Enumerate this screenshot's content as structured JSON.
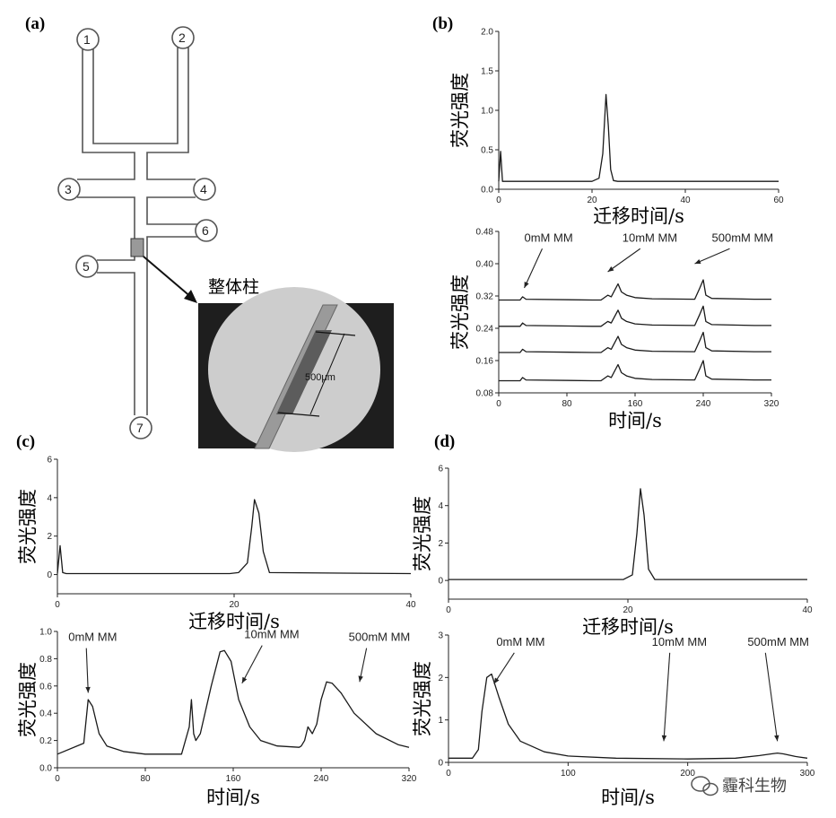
{
  "panels": {
    "a": {
      "label": "(a)",
      "ports": [
        "1",
        "2",
        "3",
        "4",
        "5",
        "6",
        "7"
      ],
      "monolith_label": "整体柱",
      "scale_label": "500μm"
    },
    "b": {
      "label": "(b)"
    },
    "c": {
      "label": "(c)"
    },
    "d": {
      "label": "(d)"
    }
  },
  "watermark": "霾科生物",
  "colors": {
    "line": "#1a1a1a",
    "channel": "#555555",
    "micro_bg": "#c9c9c9"
  },
  "chart_data": [
    {
      "id": "b_top",
      "type": "line",
      "ylabel": "荧光强度",
      "xlabel": "迁移时间/s",
      "xlim": [
        0,
        60
      ],
      "ylim": [
        0,
        2.0
      ],
      "xticks": [
        0,
        20,
        40,
        60
      ],
      "yticks": [
        0.0,
        0.5,
        1.0,
        1.5,
        2.0
      ],
      "ytick_labels": [
        "0.0",
        "0.5",
        "1.0",
        "1.5",
        "2.0"
      ],
      "series": [
        {
          "x": [
            0,
            0.4,
            0.8,
            2,
            20,
            21.5,
            22.3,
            23,
            23.5,
            24,
            24.6,
            25.5,
            60
          ],
          "y": [
            0.1,
            0.48,
            0.1,
            0.1,
            0.1,
            0.14,
            0.45,
            1.2,
            0.8,
            0.25,
            0.11,
            0.1,
            0.1
          ]
        }
      ]
    },
    {
      "id": "b_bottom",
      "type": "line",
      "ylabel": "荧光强度",
      "xlabel": "时间/s",
      "xlim": [
        0,
        320
      ],
      "ylim": [
        0.08,
        0.48
      ],
      "xticks": [
        0,
        80,
        160,
        240,
        320
      ],
      "yticks": [
        0.08,
        0.16,
        0.24,
        0.32,
        0.4,
        0.48
      ],
      "ytick_labels": [
        "0.08",
        "0.16",
        "0.24",
        "0.32",
        "0.40",
        "0.48"
      ],
      "annotations": [
        {
          "text": "0mM MM",
          "x": 30,
          "y": 0.455,
          "arrow_to": [
            30,
            0.34
          ]
        },
        {
          "text": "10mM MM",
          "x": 145,
          "y": 0.455,
          "arrow_to": [
            128,
            0.38
          ]
        },
        {
          "text": "500mM MM",
          "x": 250,
          "y": 0.455,
          "arrow_to": [
            230,
            0.4
          ]
        }
      ],
      "series": [
        {
          "offset": 0.31
        },
        {
          "offset": 0.245
        },
        {
          "offset": 0.18
        },
        {
          "offset": 0.11
        }
      ]
    },
    {
      "id": "c_top",
      "type": "line",
      "ylabel": "荧光强度",
      "xlabel": "迁移时间/s",
      "xlim": [
        0,
        40
      ],
      "ylim": [
        -1,
        6
      ],
      "xticks": [
        0,
        20,
        40
      ],
      "yticks": [
        0,
        2,
        4,
        6
      ],
      "ytick_labels": [
        "0",
        "2",
        "4",
        "6"
      ],
      "series": [
        {
          "x": [
            0,
            0.3,
            0.6,
            1,
            19.5,
            20.5,
            21.5,
            22,
            22.3,
            22.8,
            23.3,
            24,
            40
          ],
          "y": [
            0.05,
            1.5,
            0.1,
            0.05,
            0.05,
            0.1,
            0.6,
            2.5,
            3.9,
            3.2,
            1.2,
            0.1,
            0.05
          ]
        }
      ]
    },
    {
      "id": "c_bottom",
      "type": "line",
      "ylabel": "荧光强度",
      "xlabel": "时间/s",
      "xlim": [
        0,
        320
      ],
      "ylim": [
        0,
        1.0
      ],
      "xticks": [
        0,
        80,
        160,
        240,
        320
      ],
      "yticks": [
        0.0,
        0.2,
        0.4,
        0.6,
        0.8,
        1.0
      ],
      "ytick_labels": [
        "0.0",
        "0.2",
        "0.4",
        "0.6",
        "0.8",
        "1.0"
      ],
      "annotations": [
        {
          "text": "0mM MM",
          "x": 10,
          "y": 0.93,
          "arrow_to": [
            28,
            0.55
          ]
        },
        {
          "text": "10mM MM",
          "x": 170,
          "y": 0.95,
          "arrow_to": [
            168,
            0.62
          ]
        },
        {
          "text": "500mM MM",
          "x": 265,
          "y": 0.93,
          "arrow_to": [
            275,
            0.63
          ]
        }
      ],
      "series": [
        {
          "x": [
            0,
            24,
            28,
            32,
            38,
            45,
            60,
            80,
            112,
            113,
            120,
            122,
            124,
            126,
            130,
            140,
            148,
            152,
            158,
            165,
            175,
            185,
            200,
            220,
            222,
            225,
            228,
            232,
            236,
            240,
            245,
            250,
            258,
            270,
            290,
            310,
            320
          ],
          "y": [
            0.1,
            0.18,
            0.5,
            0.45,
            0.25,
            0.16,
            0.12,
            0.1,
            0.1,
            0.1,
            0.3,
            0.5,
            0.25,
            0.2,
            0.25,
            0.6,
            0.85,
            0.86,
            0.78,
            0.5,
            0.3,
            0.2,
            0.16,
            0.15,
            0.16,
            0.2,
            0.3,
            0.25,
            0.32,
            0.5,
            0.63,
            0.62,
            0.55,
            0.4,
            0.25,
            0.17,
            0.15
          ]
        }
      ]
    },
    {
      "id": "d_top",
      "type": "line",
      "ylabel": "荧光强度",
      "xlabel": "迁移时间/s",
      "xlim": [
        0,
        40
      ],
      "ylim": [
        -1,
        6
      ],
      "xticks": [
        0,
        20,
        40
      ],
      "yticks": [
        0,
        2,
        4,
        6
      ],
      "ytick_labels": [
        "0",
        "2",
        "4",
        "6"
      ],
      "series": [
        {
          "x": [
            0,
            19.5,
            20.5,
            21,
            21.4,
            21.8,
            22.3,
            23,
            40
          ],
          "y": [
            0.05,
            0.05,
            0.3,
            2.5,
            4.9,
            3.5,
            0.6,
            0.05,
            0.05
          ]
        }
      ]
    },
    {
      "id": "d_bottom",
      "type": "line",
      "ylabel": "荧光强度",
      "xlabel": "时间/s",
      "xlim": [
        0,
        300
      ],
      "ylim": [
        0,
        3
      ],
      "xticks": [
        0,
        100,
        200,
        300
      ],
      "yticks": [
        0,
        1,
        2,
        3
      ],
      "ytick_labels": [
        "0",
        "1",
        "2",
        "3"
      ],
      "annotations": [
        {
          "text": "0mM MM",
          "x": 40,
          "y": 2.75,
          "arrow_to": [
            38,
            1.85
          ]
        },
        {
          "text": "10mM MM",
          "x": 170,
          "y": 2.75,
          "arrow_to": [
            180,
            0.5
          ]
        },
        {
          "text": "500mM MM",
          "x": 250,
          "y": 2.75,
          "arrow_to": [
            275,
            0.5
          ]
        }
      ],
      "series": [
        {
          "x": [
            0,
            20,
            25,
            28,
            32,
            36,
            42,
            50,
            60,
            80,
            100,
            140,
            200,
            240,
            260,
            270,
            275,
            280,
            290,
            300
          ],
          "y": [
            0.1,
            0.1,
            0.3,
            1.2,
            2.0,
            2.08,
            1.55,
            0.9,
            0.5,
            0.25,
            0.15,
            0.1,
            0.08,
            0.1,
            0.16,
            0.2,
            0.22,
            0.2,
            0.14,
            0.1
          ]
        }
      ]
    }
  ]
}
